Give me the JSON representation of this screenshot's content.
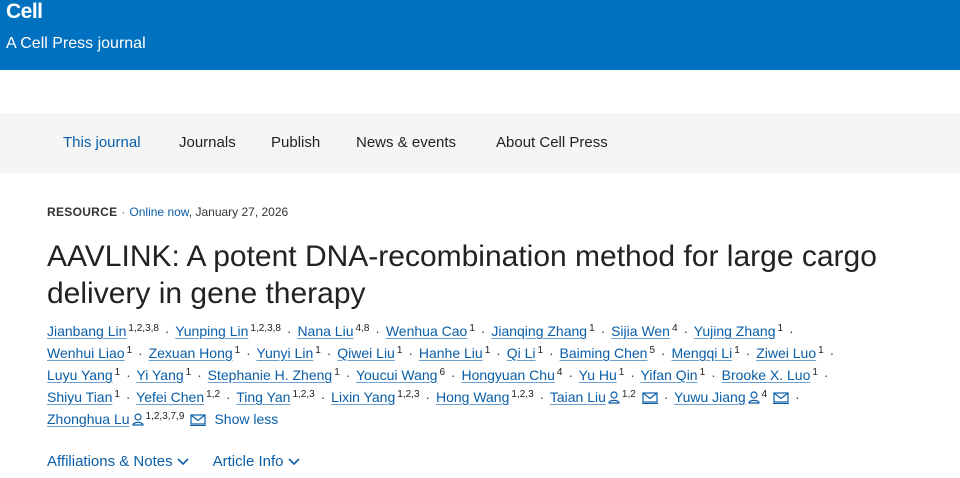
{
  "header": {
    "brand": "Cell",
    "tagline": "A Cell Press journal"
  },
  "nav": {
    "items": [
      "This journal",
      "Journals",
      "Publish",
      "News & events",
      "About Cell Press"
    ]
  },
  "article": {
    "type": "RESOURCE",
    "status": "Online now",
    "date": ", January 27, 2026",
    "title": "AAVLINK: A potent DNA-recombination method for large cargo delivery in gene therapy"
  },
  "authors": [
    [
      {
        "name": "Jianbang Lin",
        "sup": "1,2,3,8"
      },
      {
        "name": "Yunping Lin",
        "sup": "1,2,3,8"
      },
      {
        "name": "Nana Liu",
        "sup": "4,8"
      },
      {
        "name": "Wenhua Cao",
        "sup": "1"
      },
      {
        "name": "Jianqing Zhang",
        "sup": "1"
      },
      {
        "name": "Sijia Wen",
        "sup": "4"
      },
      {
        "name": "Yujing Zhang",
        "sup": "1",
        "trail": true
      }
    ],
    [
      {
        "name": "Wenhui Liao",
        "sup": "1"
      },
      {
        "name": "Zexuan Hong",
        "sup": "1"
      },
      {
        "name": "Yunyi Lin",
        "sup": "1"
      },
      {
        "name": "Qiwei Liu",
        "sup": "1"
      },
      {
        "name": "Hanhe Liu",
        "sup": "1"
      },
      {
        "name": "Qi Li",
        "sup": "1"
      },
      {
        "name": "Baiming Chen",
        "sup": "5"
      },
      {
        "name": "Mengqi Li",
        "sup": "1"
      },
      {
        "name": "Ziwei Luo",
        "sup": "1",
        "trail": true
      }
    ],
    [
      {
        "name": "Luyu Yang",
        "sup": "1"
      },
      {
        "name": "Yi Yang",
        "sup": "1"
      },
      {
        "name": "Stephanie H. Zheng",
        "sup": "1"
      },
      {
        "name": "Youcui Wang",
        "sup": "6"
      },
      {
        "name": "Hongyuan Chu",
        "sup": "4"
      },
      {
        "name": "Yu Hu",
        "sup": "1"
      },
      {
        "name": "Yifan Qin",
        "sup": "1"
      },
      {
        "name": "Brooke X. Luo",
        "sup": "1",
        "trail": true
      }
    ],
    [
      {
        "name": "Shiyu Tian",
        "sup": "1"
      },
      {
        "name": "Yefei Chen",
        "sup": "1,2"
      },
      {
        "name": "Ting Yan",
        "sup": "1,2,3"
      },
      {
        "name": "Lixin Yang",
        "sup": "1,2,3"
      },
      {
        "name": "Hong Wang",
        "sup": "1,2,3"
      },
      {
        "name": "Taian Liu",
        "sup": "1,2",
        "corresponding": true,
        "email": true
      },
      {
        "name": "Yuwu Jiang",
        "sup": "4",
        "corresponding": true,
        "email": true,
        "trail": true
      }
    ],
    [
      {
        "name": "Zhonghua Lu",
        "sup": "1,2,3,7,9",
        "corresponding": true,
        "email": true
      }
    ]
  ],
  "show_less": "Show less",
  "separator": "·",
  "links": {
    "affiliations": "Affiliations & Notes",
    "article_info": "Article Info"
  },
  "icons": {
    "corresponding": "person-icon",
    "email": "envelope-icon",
    "dropdown": "chevron-down-icon"
  },
  "colors": {
    "header_bg": "#0071bf",
    "link": "#0a5ea8",
    "nav_bg": "#f5f5f5"
  }
}
